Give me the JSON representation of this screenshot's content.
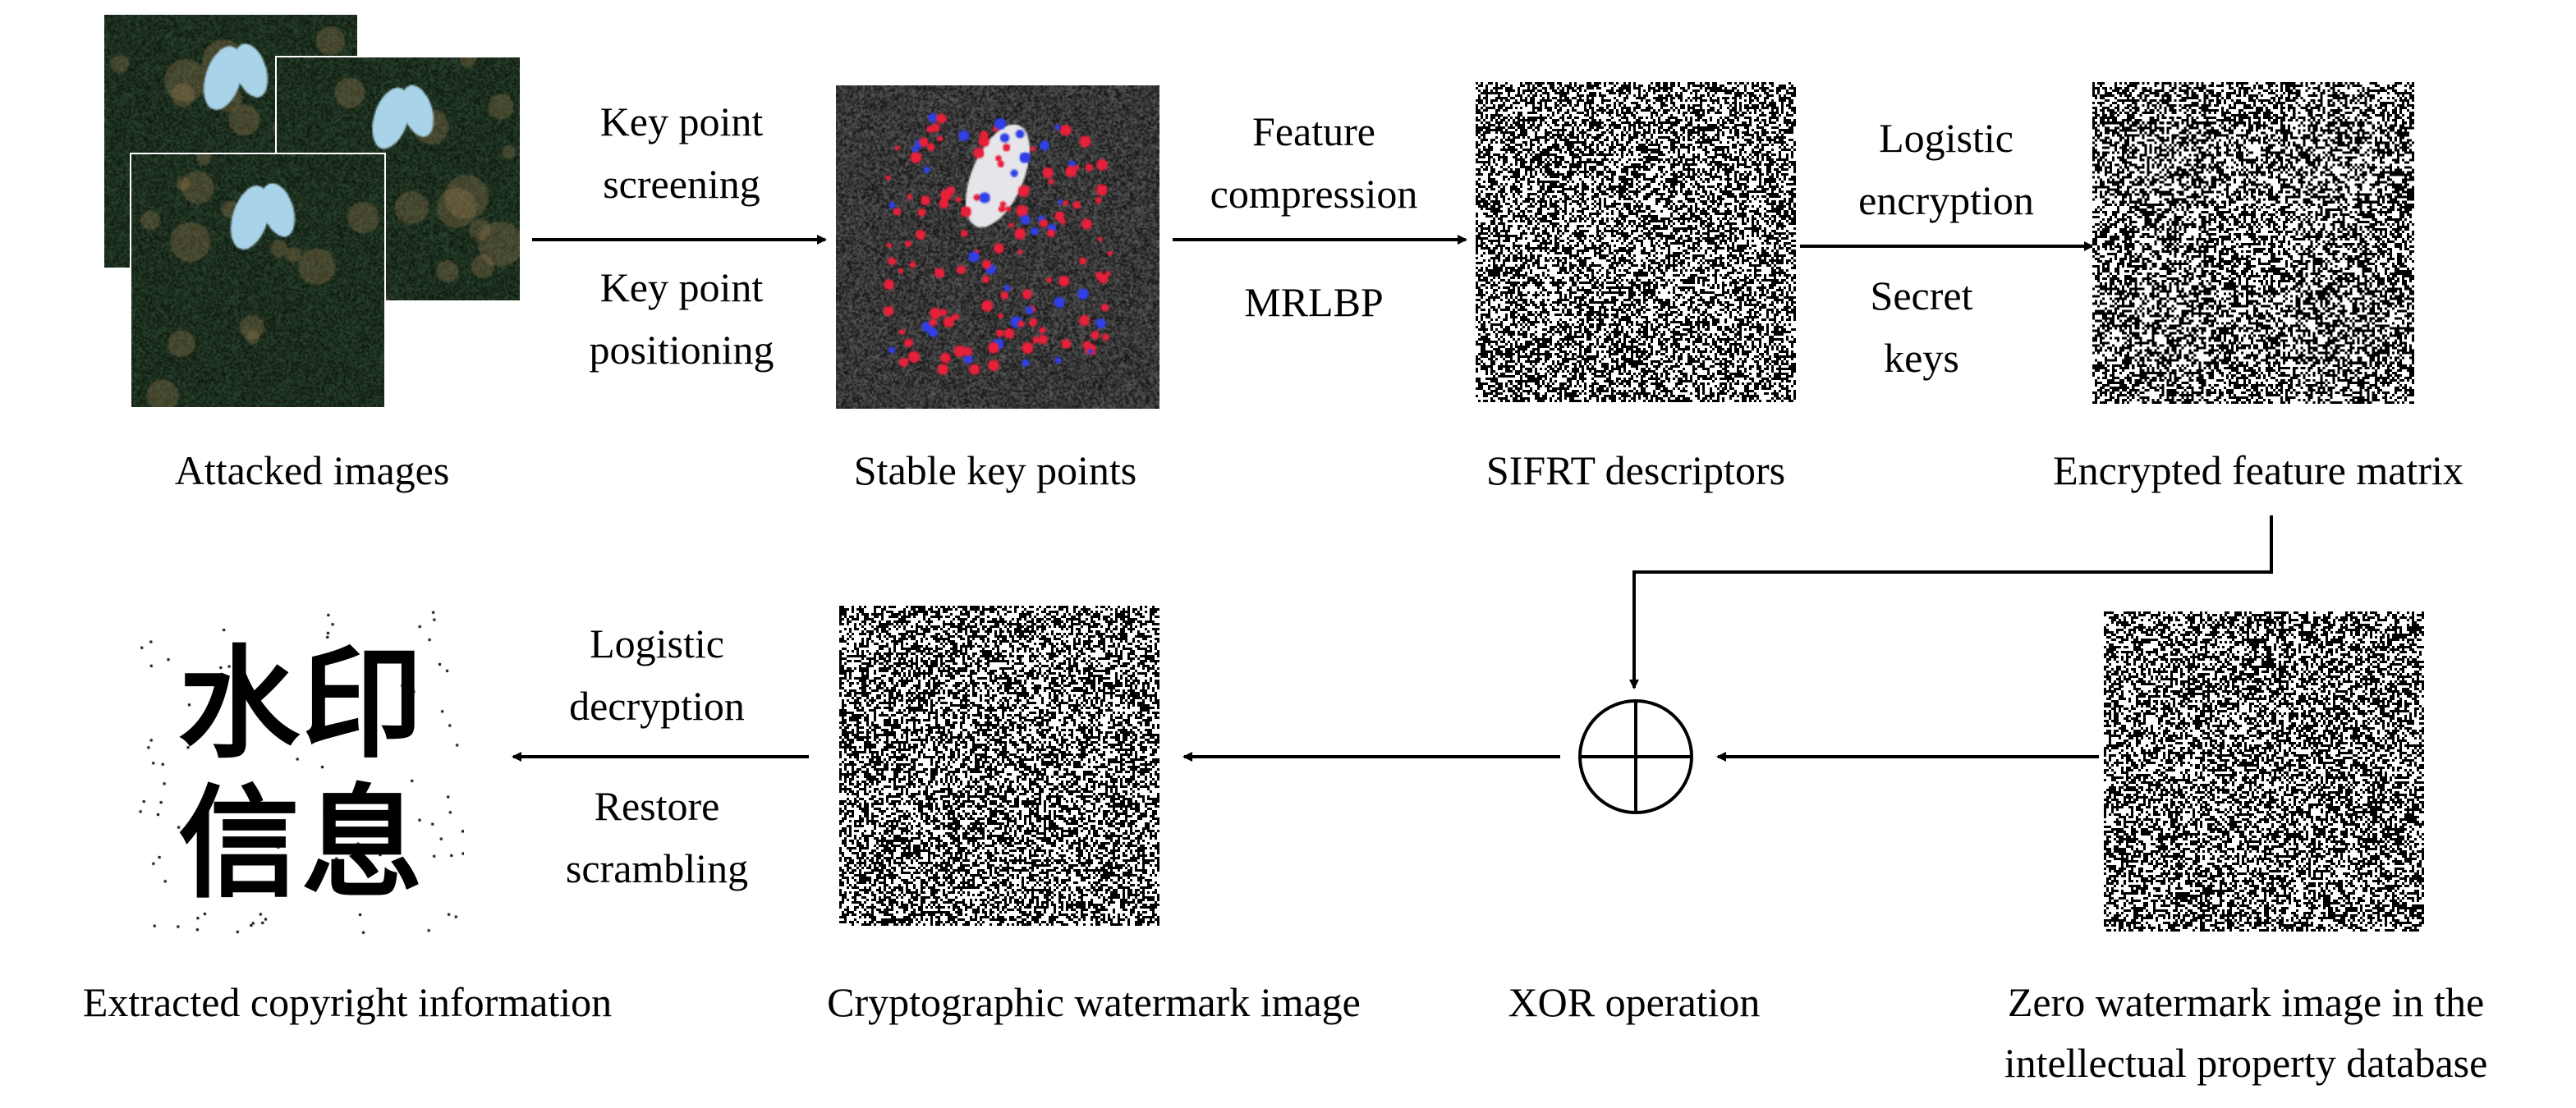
{
  "steps": {
    "attacked_images": {
      "caption": "Attacked images"
    },
    "stable_key_points": {
      "caption": "Stable key points"
    },
    "sifrt_descriptors": {
      "caption": "SIFRT descriptors"
    },
    "encrypted_feature_matrix": {
      "caption": "Encrypted feature matrix"
    },
    "xor_operation": {
      "caption": "XOR operation"
    },
    "zero_watermark": {
      "caption_line1": "Zero watermark image in the",
      "caption_line2": "intellectual property database"
    },
    "cryptographic_watermark": {
      "caption": "Cryptographic watermark image"
    },
    "extracted_copyright": {
      "caption": "Extracted copyright information",
      "watermark_chars": [
        "水",
        "印",
        "信",
        "息"
      ]
    }
  },
  "arrows": {
    "a1": {
      "top_line1": "Key point",
      "top_line2": "screening",
      "bottom_line1": "Key point",
      "bottom_line2": "positioning"
    },
    "a2": {
      "top_line1": "Feature",
      "top_line2": "compression",
      "bottom_line1": "MRLBP"
    },
    "a3": {
      "top_line1": "Logistic",
      "top_line2": "encryption",
      "bottom_line1": "Secret",
      "bottom_line2": "keys"
    },
    "a6": {
      "top_line1": "Logistic",
      "top_line2": "decryption",
      "bottom_line1": "Restore",
      "bottom_line2": "scrambling"
    }
  },
  "colors": {
    "stroke": "#000000",
    "background": "#ffffff",
    "keypoint_red": "#e8203a",
    "keypoint_blue": "#3040e8"
  }
}
